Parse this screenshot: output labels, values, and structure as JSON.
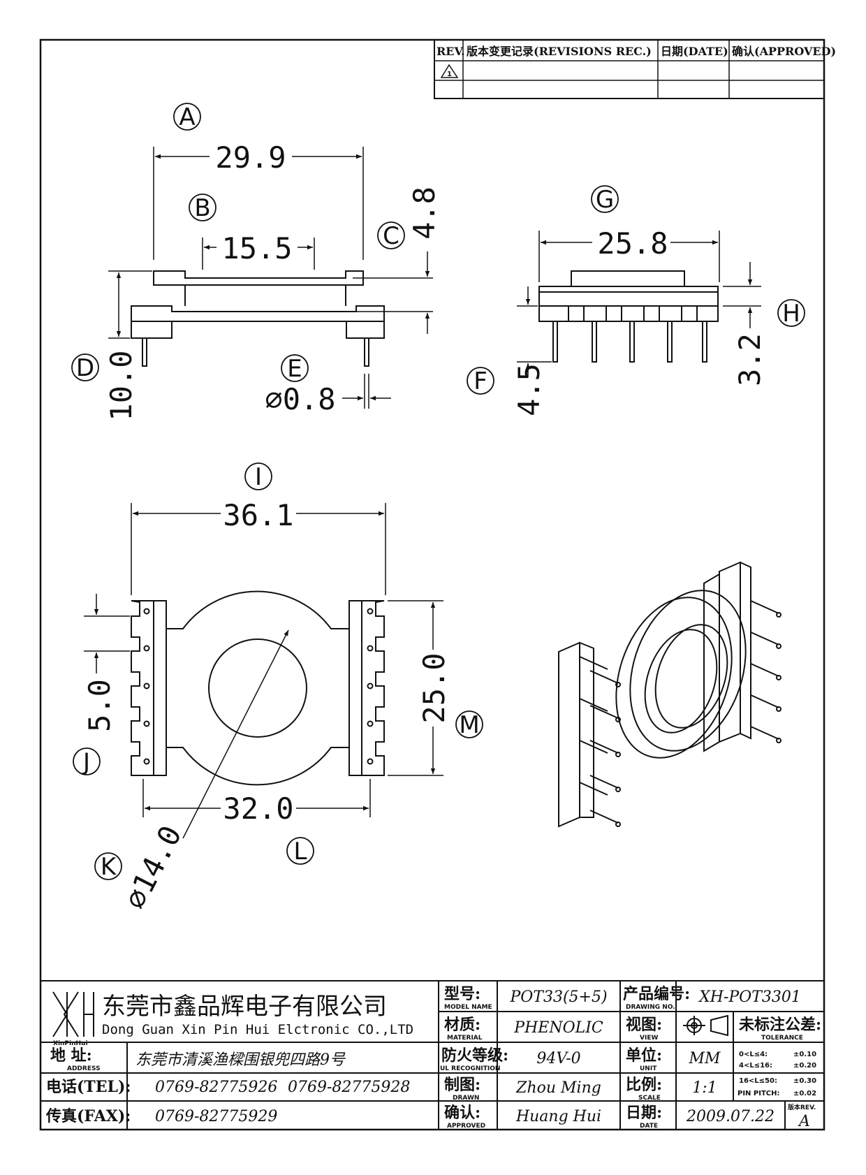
{
  "revision_block": {
    "rev_label": "REV.",
    "record_label": "版本变更记录(REVISIONS REC.)",
    "date_label": "日期(DATE)",
    "approved_label": "确认(APPROVED)",
    "rev_mark": "1"
  },
  "dimensions": {
    "A": {
      "tag": "A",
      "value": "29.9"
    },
    "B": {
      "tag": "B",
      "value": "15.5"
    },
    "C": {
      "tag": "C",
      "value": "4.8"
    },
    "D": {
      "tag": "D",
      "value": "10.0"
    },
    "E": {
      "tag": "E",
      "value": "⌀0.8"
    },
    "F": {
      "tag": "F",
      "value": "4.5"
    },
    "G": {
      "tag": "G",
      "value": "25.8"
    },
    "H": {
      "tag": "H",
      "value": "3.2"
    },
    "I": {
      "tag": "I",
      "value": "36.1"
    },
    "J": {
      "tag": "J",
      "value": "5.0"
    },
    "K": {
      "tag": "K",
      "value": "⌀14.0"
    },
    "L": {
      "tag": "L",
      "value": "32.0"
    },
    "M": {
      "tag": "M",
      "value": "25.0"
    }
  },
  "company": {
    "logo_text": "XinPinHui",
    "name_cn": "东莞市鑫品辉电子有限公司",
    "name_en": "Dong Guan Xin Pin Hui Elctronic CO.,LTD",
    "address_label": "地 址:",
    "address_label_en": "ADDRESS",
    "address": "东莞市清溪渔樑围银兜四路9号",
    "tel_label": "电话(TEL):",
    "tel1": "0769-82775926",
    "tel2": "0769-82775928",
    "fax_label": "传真(FAX):",
    "fax": "0769-82775929"
  },
  "title_block": {
    "model_label": "型号:",
    "model_label_en": "MODEL NAME",
    "model": "POT33(5+5)",
    "drawing_no_label": "产品编号:",
    "drawing_no_label_en": "DRAWING NO.",
    "drawing_no": "XH-POT3301",
    "material_label": "材质:",
    "material_label_en": "MATERIAL",
    "material": "PHENOLIC",
    "view_label": "视图:",
    "view_label_en": "VIEW",
    "tolerance_label": "未标注公差:",
    "tolerance_label_en": "TOLERANCE",
    "flame_label": "防火等级:",
    "flame_label_en": "UL RECOGNITION",
    "flame": "94V-0",
    "unit_label": "单位:",
    "unit_label_en": "UNIT",
    "unit": "MM",
    "drawn_label": "制图:",
    "drawn_label_en": "DRAWN",
    "drawn": "Zhou Ming",
    "scale_label": "比例:",
    "scale_label_en": "SCALE",
    "scale": "1:1",
    "approved_label": "确认:",
    "approved_label_en": "APPROVED",
    "approved": "Huang Hui",
    "date_label": "日期:",
    "date_label_en": "DATE",
    "date": "2009.07.22",
    "rev_label": "版本REV.",
    "rev": "A",
    "tolerances": [
      {
        "range": "0<L≤4:",
        "value": "±0.10"
      },
      {
        "range": "4<L≤16:",
        "value": "±0.20"
      },
      {
        "range": "16<L≤50:",
        "value": "±0.30"
      },
      {
        "range": "PIN PITCH:",
        "value": "±0.02"
      }
    ]
  }
}
